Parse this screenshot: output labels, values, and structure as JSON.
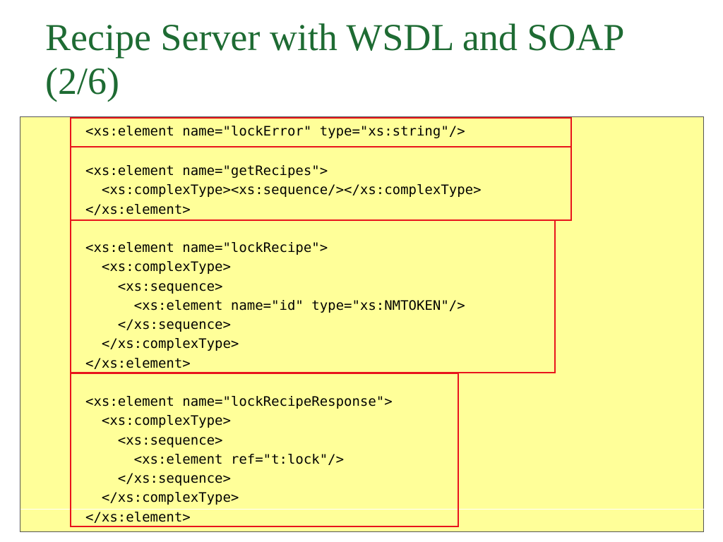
{
  "slide": {
    "title_lines": [
      "Recipe Server with WSDL and SOAP",
      "(2/6)"
    ]
  },
  "code_blocks": [
    {
      "lines": [
        "<xs:element name=\"lockError\" type=\"xs:string\"/>"
      ]
    },
    {
      "lines": [
        "<xs:element name=\"getRecipes\">",
        "  <xs:complexType><xs:sequence/></xs:complexType>",
        "</xs:element>"
      ]
    },
    {
      "lines": [
        "<xs:element name=\"lockRecipe\">",
        "  <xs:complexType>",
        "    <xs:sequence>",
        "      <xs:element name=\"id\" type=\"xs:NMTOKEN\"/>",
        "    </xs:sequence>",
        "  </xs:complexType>",
        "</xs:element>"
      ]
    },
    {
      "lines": [
        "<xs:element name=\"lockRecipeResponse\">",
        "  <xs:complexType>",
        "    <xs:sequence>",
        "      <xs:element ref=\"t:lock\"/>",
        "    </xs:sequence>",
        "  </xs:complexType>",
        "</xs:element>"
      ]
    }
  ],
  "colors": {
    "title": "#1e6b33",
    "panel_background": "#ffff99",
    "highlight_border": "#e8141c"
  }
}
